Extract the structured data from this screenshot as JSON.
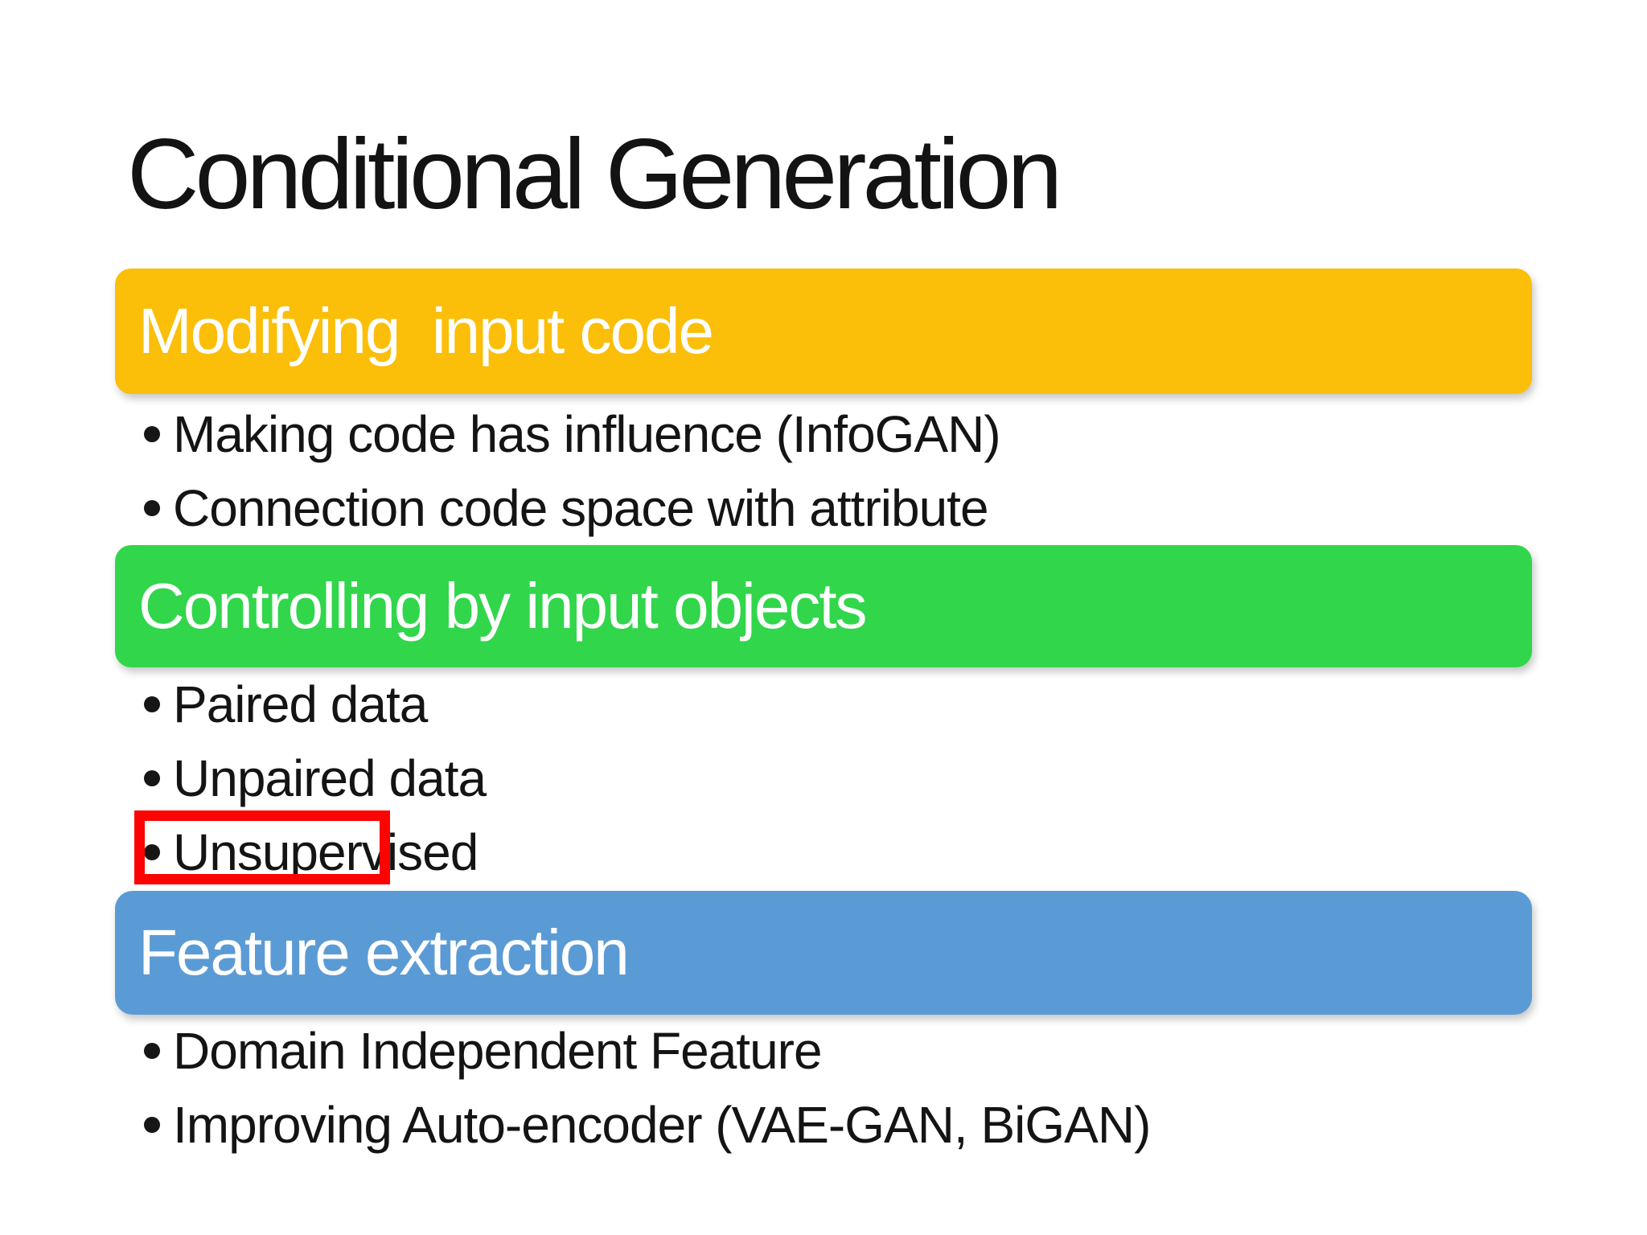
{
  "slide": {
    "title": "Conditional Generation",
    "text_color": "#141414",
    "background_color": "#ffffff",
    "highlight_box_color": "#fb0404",
    "highlighted_bullet": "Unsupervised",
    "sections": [
      {
        "header": "Modifying  input code",
        "header_color": "#fbbf0a",
        "header_text_color": "#ffffff",
        "bullets": [
          "Making code has influence (InfoGAN)",
          "Connection code space with attribute"
        ]
      },
      {
        "header": "Controlling by input objects",
        "header_color": "#31d64b",
        "header_text_color": "#ffffff",
        "bullets": [
          "Paired data",
          "Unpaired data",
          "Unsupervised"
        ]
      },
      {
        "header": "Feature extraction",
        "header_color": "#5b9bd5",
        "header_text_color": "#ffffff",
        "bullets": [
          "Domain Independent Feature",
          "Improving Auto-encoder (VAE-GAN, BiGAN)"
        ]
      }
    ]
  }
}
